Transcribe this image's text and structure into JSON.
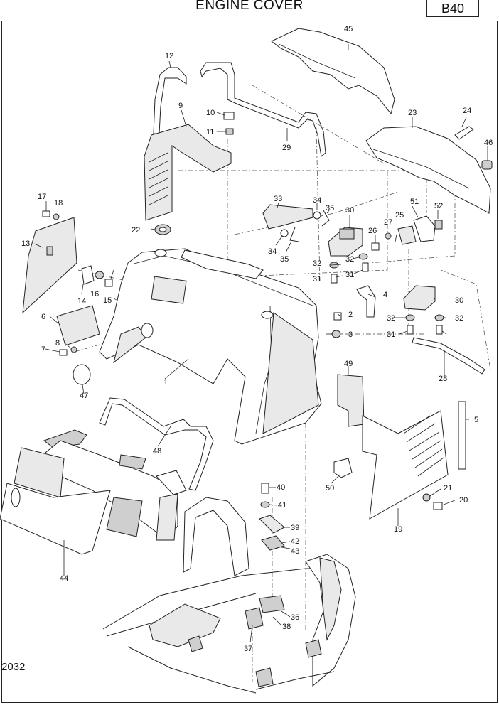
{
  "header": {
    "title": "ENGINE COVER",
    "code": "B40"
  },
  "page_number": "2032",
  "callouts": {
    "c1": "1",
    "c2": "2",
    "c3": "3",
    "c4": "4",
    "c5": "5",
    "c6": "6",
    "c7": "7",
    "c8": "8",
    "c9": "9",
    "c10": "10",
    "c11": "11",
    "c12": "12",
    "c13": "13",
    "c14": "14",
    "c15": "15",
    "c16": "16",
    "c17": "17",
    "c18": "18",
    "c19": "19",
    "c20": "20",
    "c21": "21",
    "c22": "22",
    "c23": "23",
    "c24": "24",
    "c25": "25",
    "c26": "26",
    "c27": "27",
    "c28": "28",
    "c29": "29",
    "c30a": "30",
    "c30b": "30",
    "c31a": "31",
    "c31b": "31",
    "c31c": "31",
    "c32a": "32",
    "c32b": "32",
    "c32c": "32",
    "c32d": "32",
    "c33": "33",
    "c34a": "34",
    "c34b": "34",
    "c35a": "35",
    "c35b": "35",
    "c36": "36",
    "c37": "37",
    "c38": "38",
    "c39": "39",
    "c40": "40",
    "c41": "41",
    "c42": "42",
    "c43": "43",
    "c44": "44",
    "c45": "45",
    "c46": "46",
    "c47": "47",
    "c48": "48",
    "c49": "49",
    "c50": "50",
    "c51": "51",
    "c52": "52"
  }
}
